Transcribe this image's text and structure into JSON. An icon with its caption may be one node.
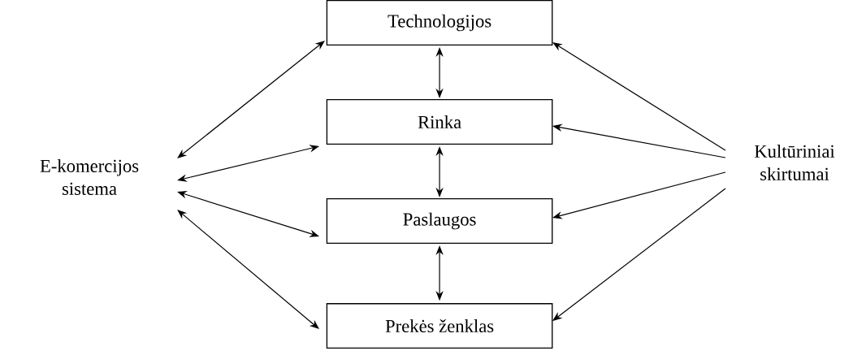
{
  "diagram": {
    "nodes": [
      {
        "text": [
          "E-komercijos sistema"
        ]
      },
      {
        "text": [
          "Technologijos"
        ]
      },
      {
        "text": [
          "Rinka"
        ]
      },
      {
        "text": [
          "Paslaugos"
        ]
      },
      {
        "text": [
          "Prekės ženklas"
        ]
      },
      {
        "text": [
          "Kultūriniai skirtumai"
        ]
      }
    ],
    "edges": [
      {
        "from": 0,
        "to": 1,
        "arrow": "both"
      },
      {
        "from": 0,
        "to": 2,
        "arrow": "both"
      },
      {
        "from": 0,
        "to": 3,
        "arrow": "both"
      },
      {
        "from": 0,
        "to": 4,
        "arrow": "both"
      },
      {
        "from": 1,
        "to": 2,
        "arrow": "both"
      },
      {
        "from": 2,
        "to": 3,
        "arrow": "both"
      },
      {
        "from": 3,
        "to": 4,
        "arrow": "both"
      },
      {
        "from": 5,
        "to": 1,
        "arrow": "to"
      },
      {
        "from": 5,
        "to": 2,
        "arrow": "to"
      },
      {
        "from": 5,
        "to": 3,
        "arrow": "to"
      },
      {
        "from": 5,
        "to": 4,
        "arrow": "to"
      }
    ]
  }
}
